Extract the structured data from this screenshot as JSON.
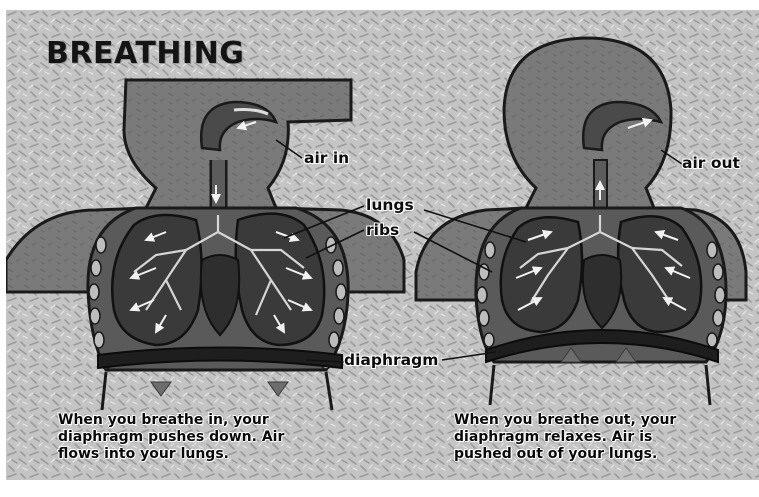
{
  "diagram": {
    "title": "BREATHING",
    "labels": {
      "air_in": "air in",
      "air_out": "air out",
      "lungs": "lungs",
      "ribs": "ribs",
      "diaphragm": "diaphragm"
    },
    "captions": {
      "inhale": "When you breathe in, your\ndiaphragm pushes down. Air\nflows into your lungs.",
      "exhale": "When you breathe out, your\ndiaphragm relaxes. Air is\npushed out of your lungs."
    },
    "colors": {
      "background": "#c7c7c7",
      "body": "#7c7c7c",
      "body_dark": "#515151",
      "outline": "#1a1a1a",
      "lung": "#3c3c3c",
      "airway": "#d8d8d8"
    }
  }
}
